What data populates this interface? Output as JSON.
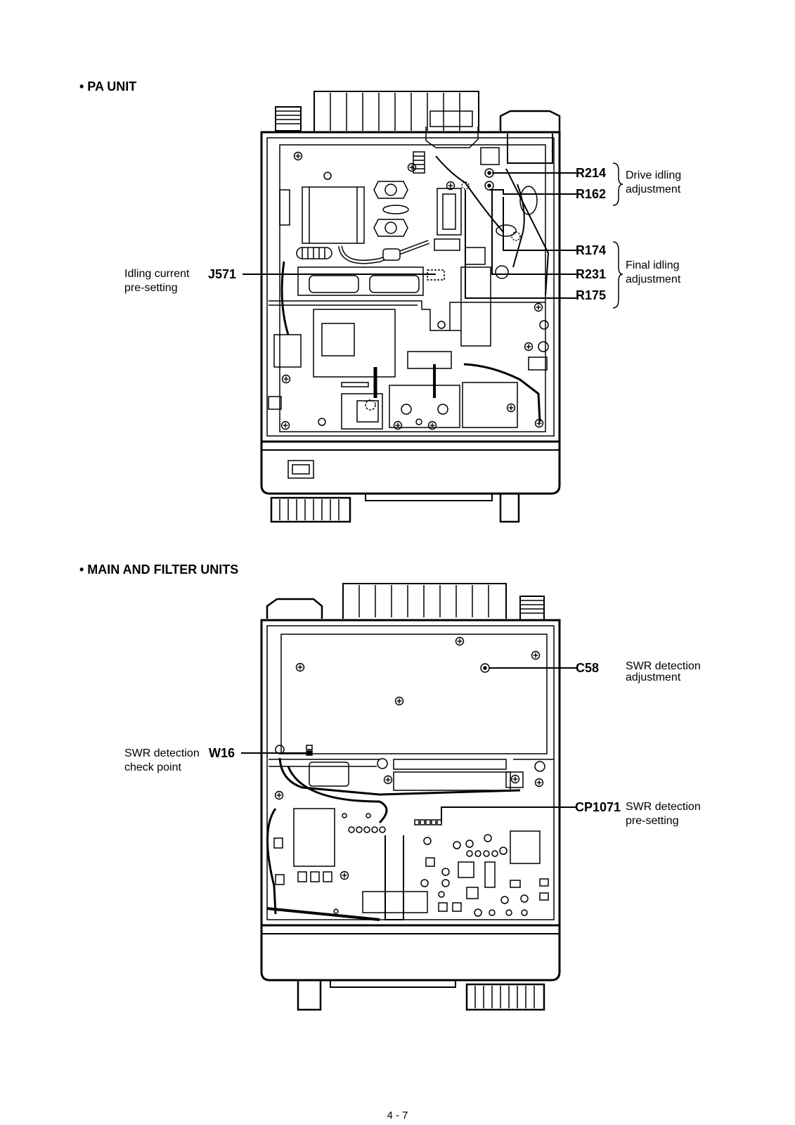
{
  "pa_unit": {
    "title": "• PA UNIT",
    "refs": {
      "r214": "R214",
      "r162": "R162",
      "r174": "R174",
      "r231": "R231",
      "r175": "R175",
      "j571": "J571"
    },
    "notes": {
      "drive_idling_1": "Drive idling",
      "drive_idling_2": "adjustment",
      "final_idling_1": "Final idling",
      "final_idling_2": "adjustment",
      "idling_current_1": "Idling current",
      "idling_current_2": "pre-setting"
    }
  },
  "main_filter": {
    "title": "• MAIN AND FILTER UNITS",
    "refs": {
      "c58": "C58",
      "w16": "W16",
      "cp1071": "CP1071"
    },
    "notes": {
      "swr_adj_1": "SWR detection",
      "swr_adj_2": "adjustment",
      "swr_check_1": "SWR detection",
      "swr_check_2": "check point",
      "swr_pre_1": "SWR detection",
      "swr_pre_2": "pre-setting"
    }
  },
  "page": {
    "number": "4 - 7"
  }
}
